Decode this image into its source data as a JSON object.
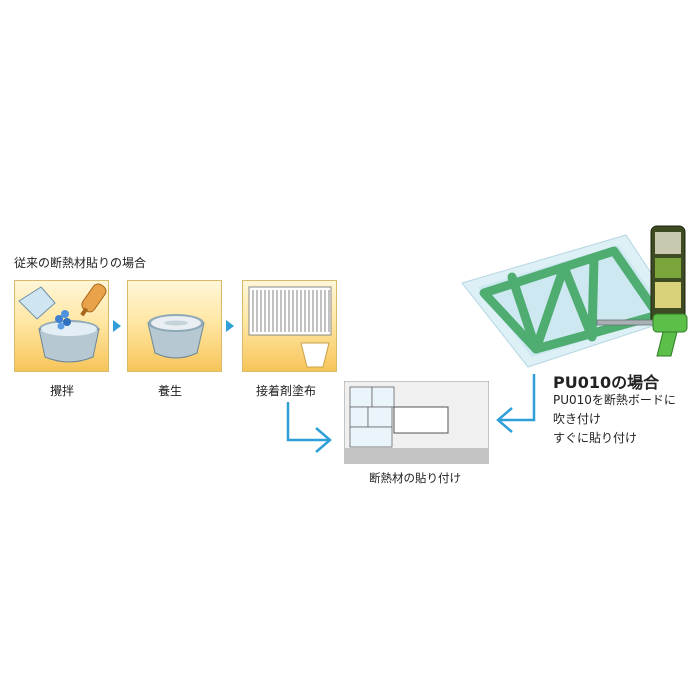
{
  "heading": "従来の断熱材貼りの場合",
  "steps": [
    {
      "label": "攪拌"
    },
    {
      "label": "養生"
    },
    {
      "label": "接着剤塗布"
    }
  ],
  "result_caption": "断熱材の貼り付け",
  "pu": {
    "title": "PU010の場合",
    "lines": [
      "PU010を断熱ボードに",
      "吹き付け",
      "すぐに貼り付け"
    ]
  },
  "colors": {
    "arrow": "#2f9fd8",
    "step_fill_top": "#fff6d8",
    "step_fill_bottom": "#f6c55a",
    "foam_green": "#3aa35c",
    "gun_green": "#5bbf4a"
  }
}
